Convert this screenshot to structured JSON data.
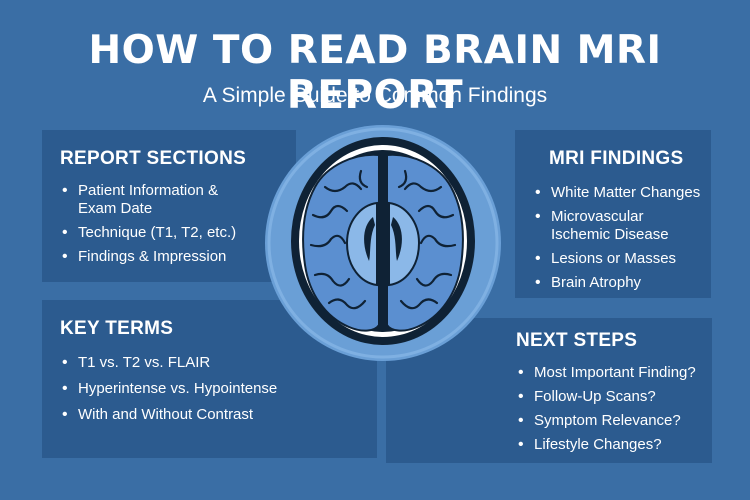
{
  "header": {
    "title": "HOW TO READ BRAIN MRI REPORT",
    "subtitle": "A Simple Guide to Common Findings"
  },
  "sections": {
    "report": {
      "heading": "REPORT SECTIONS",
      "items": [
        "Patient Information & Exam Date",
        "Technique (T1, T2, etc.)",
        "Findings & Impression"
      ]
    },
    "key_terms": {
      "heading": "KEY TERMS",
      "items": [
        "T1 vs. T2 vs. FLAIR",
        "Hyperintense vs. Hypointense",
        "With and Without Contrast"
      ]
    },
    "findings": {
      "heading": "MRI FINDINGS",
      "items": [
        "White Matter Changes",
        "Microvascular Ischemic Disease",
        "Lesions or Masses",
        "Brain Atrophy"
      ]
    },
    "next_steps": {
      "heading": "NEXT STEPS",
      "items": [
        "Most Important Finding?",
        "Follow-Up Scans?",
        "Symptom Relevance?",
        "Lifestyle Changes?"
      ]
    }
  },
  "illustration": {
    "icon": "brain-mri-icon",
    "colors": {
      "background": "#3a6ea5",
      "card": "#2c5b8f",
      "circle": "#6a9fd6",
      "brain": "#5b8fd0",
      "outline": "#0f2235"
    }
  }
}
